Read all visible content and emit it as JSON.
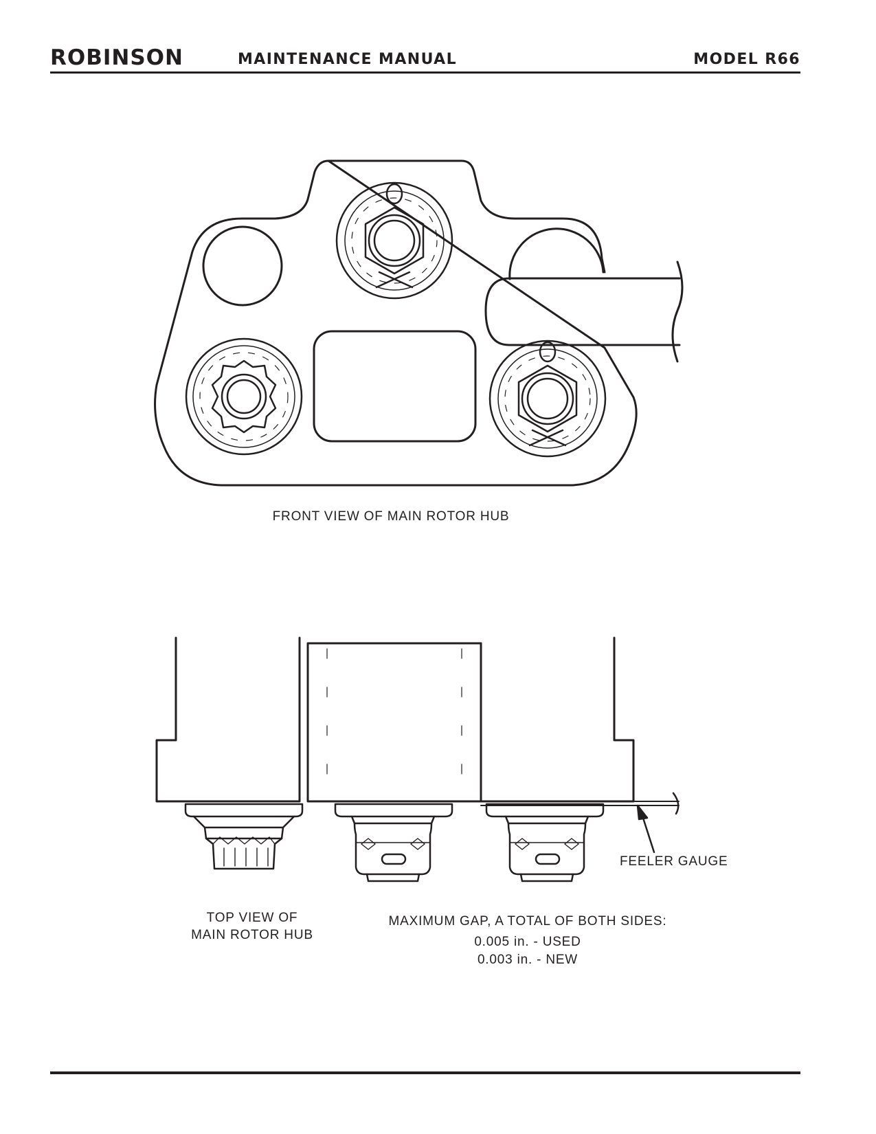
{
  "header": {
    "brand": "ROBINSON",
    "title": "MAINTENANCE MANUAL",
    "model": "MODEL R66"
  },
  "figures": {
    "front_caption": "FRONT VIEW OF MAIN ROTOR HUB",
    "top_caption_line1": "TOP VIEW OF",
    "top_caption_line2": "MAIN ROTOR HUB",
    "gap_title": "MAXIMUM GAP, A TOTAL OF BOTH SIDES:",
    "gap_used": "0.005 in. - USED",
    "gap_new": "0.003 in. - NEW",
    "feeler_label": "FEELER GAUGE"
  }
}
